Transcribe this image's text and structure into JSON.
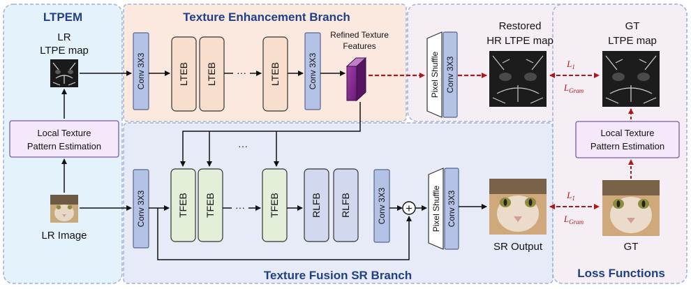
{
  "sections": {
    "ltpem": "LTPEM",
    "enhancement": "Texture Enhancement Branch",
    "fusion": "Texture Fusion SR Branch",
    "loss": "Loss Functions"
  },
  "left": {
    "lr_map_line1": "LR",
    "lr_map_line2": "LTPE map",
    "lte_line1": "Local Texture",
    "lte_line2": "Pattern Estimation",
    "lr_image": "LR Image"
  },
  "enhance": {
    "conv_in": "Conv 3X3",
    "blocks": [
      "LTEB",
      "LTEB",
      "LTEB"
    ],
    "dots": "···",
    "conv_out": "Conv 3X3",
    "refined_line1": "Refined Texture",
    "refined_line2": "Features",
    "pixel_shuffle": "Pixel Shuffle",
    "conv_up": "Conv 3X3"
  },
  "restored": {
    "line1": "Restored",
    "line2": "HR LTPE map"
  },
  "gt_map": {
    "line1": "GT",
    "line2": "LTPE map"
  },
  "loss_labels": {
    "l1": "L",
    "l1_sub": "1",
    "lgram": "L",
    "lgram_sub": "Gram"
  },
  "right_lte": {
    "line1": "Local Texture",
    "line2": "Pattern Estimation"
  },
  "fusion": {
    "conv_in": "Conv 3X3",
    "tfeb": [
      "TFEB",
      "TFEB",
      "TFEB"
    ],
    "dots": "···",
    "top_dots": "···",
    "rlfb": [
      "RLFB",
      "RLFB"
    ],
    "conv_out": "Conv 3X3",
    "add": "+",
    "pixel_shuffle": "Pixel Shuffle",
    "conv_up": "Conv 3X3",
    "sr_output": "SR Output"
  },
  "gt": "GT"
}
